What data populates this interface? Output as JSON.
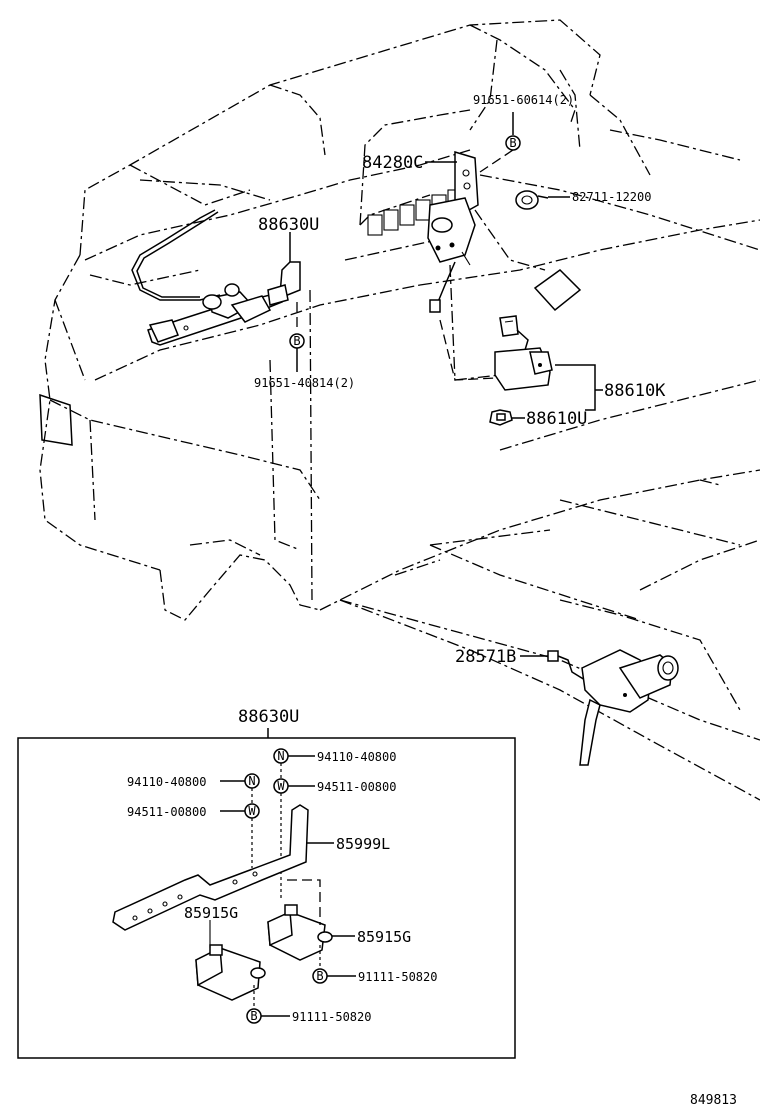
{
  "diagram": {
    "id": "849813",
    "callouts": {
      "bolt_84280c": "91651-60614(2)",
      "bracket_upper": "84280C",
      "clamp": "82711-12200",
      "relay_assembly_main": "88630U",
      "bolt_88630u": "91651-40814(2)",
      "switch": "88610K",
      "switch_bulb": "88610U",
      "motor": "28571B"
    },
    "inset": {
      "title": "88630U",
      "nut_right": "94110-40800",
      "washer_right": "94511-00800",
      "nut_left": "94110-40800",
      "washer_left": "94511-00800",
      "bracket": "85999L",
      "relay_left": "85915G",
      "relay_right": "85915G",
      "bolt_right": "91111-50820",
      "bolt_left": "91111-50820"
    },
    "symbols": {
      "bolt": "B",
      "nut": "N",
      "washer": "W"
    }
  }
}
